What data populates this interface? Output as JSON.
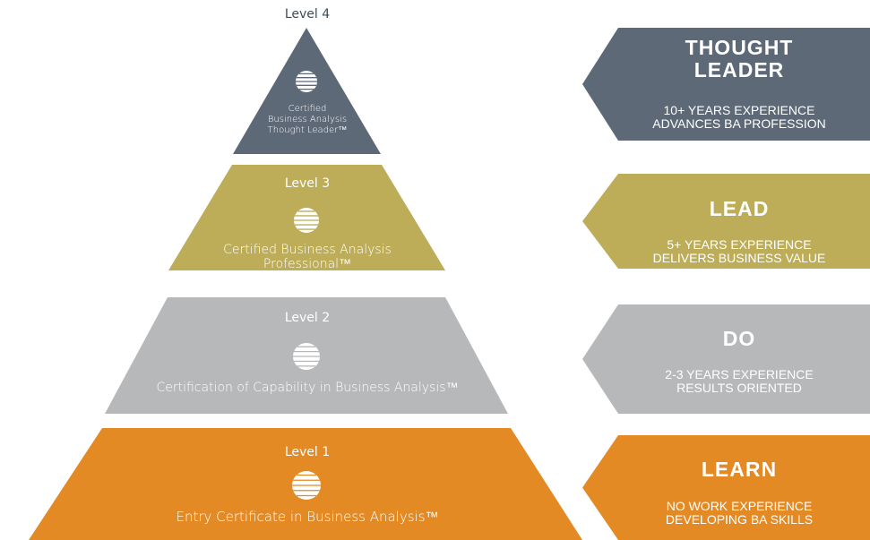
{
  "colors": {
    "level4": "#5d6977",
    "level3": "#bdad59",
    "level2": "#b7b8b9",
    "level1": "#e38a24",
    "background": "#ffffff"
  },
  "tiers": [
    {
      "level": "Level 4",
      "title_lines": [
        "Certified",
        "Business Analysis",
        "Thought Leader™"
      ],
      "color_key": "level4",
      "icon": "globe-icon"
    },
    {
      "level": "Level 3",
      "title_lines": [
        "Certified Business Analysis",
        "Professional™"
      ],
      "color_key": "level3",
      "icon": "globe-icon"
    },
    {
      "level": "Level 2",
      "title_lines": [
        "Certification of Capability in Business Analysis™"
      ],
      "color_key": "level2",
      "icon": "globe-icon"
    },
    {
      "level": "Level 1",
      "title_lines": [
        "Entry Certificate in Business Analysis™"
      ],
      "color_key": "level1",
      "icon": "globe-icon"
    }
  ],
  "banners": [
    {
      "title_lines": [
        "THOUGHT",
        "LEADER"
      ],
      "lines": [
        "10+ YEARS EXPERIENCE",
        "ADVANCES BA PROFESSION"
      ],
      "color_key": "level4"
    },
    {
      "title_lines": [
        "LEAD"
      ],
      "lines": [
        "5+ YEARS EXPERIENCE",
        "DELIVERS BUSINESS VALUE"
      ],
      "color_key": "level3"
    },
    {
      "title_lines": [
        "DO"
      ],
      "lines": [
        "2-3 YEARS EXPERIENCE",
        "RESULTS ORIENTED"
      ],
      "color_key": "level2"
    },
    {
      "title_lines": [
        "LEARN"
      ],
      "lines": [
        "NO WORK EXPERIENCE",
        "DEVELOPING BA SKILLS"
      ],
      "color_key": "level1"
    }
  ]
}
